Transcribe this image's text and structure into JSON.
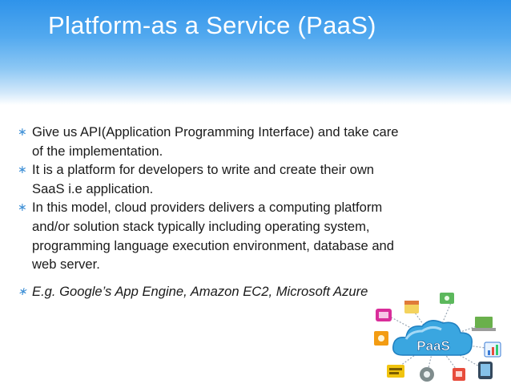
{
  "slide": {
    "title": "Platform-as a Service (PaaS)",
    "bullets": [
      {
        "marker": "∗",
        "text": "Give us API(Application Programming Interface) and take care of the implementation."
      },
      {
        "marker": "∗",
        "text": "It is a platform for developers to write and create their own SaaS  i.e application."
      },
      {
        "marker": "∗",
        "text": "In this model, cloud providers delivers a computing platform and/or solution stack typically including operating system, programming language execution environment, database and web server."
      },
      {
        "marker": "∗",
        "text": "E.g. Google’s App Engine, Amazon EC2, Microsoft Azure"
      }
    ],
    "illustration": {
      "cloud_label": "PaaS",
      "icons": [
        "network-icon",
        "calendar-icon",
        "money-icon",
        "laptop-icon",
        "chart-icon",
        "photo-icon",
        "chat-icon",
        "gear-icon",
        "lock-icon",
        "tablet-icon"
      ]
    }
  },
  "colors": {
    "title_band": "#2f93ea",
    "title_text": "#ffffff",
    "bullet_marker": "#3b8ed6",
    "body_text": "#1a1a1a",
    "cloud": "#3aa6e0"
  }
}
